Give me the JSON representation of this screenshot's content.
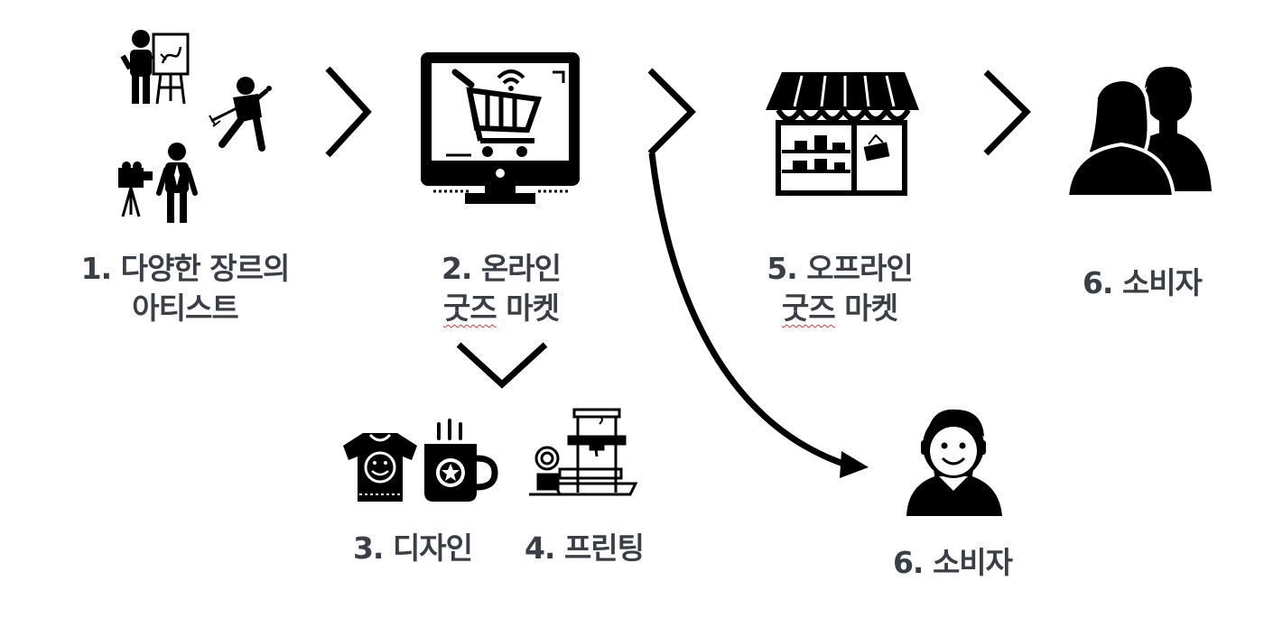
{
  "steps": {
    "artists": {
      "line1": "1. 다양한 장르의",
      "line2": "아티스트"
    },
    "online": {
      "line1": "2. 온라인",
      "line2_a": "굿즈",
      "line2_b": " 마켓"
    },
    "offline": {
      "line1": "5. 오프라인",
      "line2_a": "굿즈",
      "line2_b": " 마켓"
    },
    "consumers": {
      "label": "6. 소비자"
    },
    "design": {
      "label": "3. 디자인"
    },
    "printing": {
      "label": "4. 프린팅"
    },
    "consumer_single": {
      "label": "6. 소비자"
    }
  },
  "colors": {
    "icon": "#000000",
    "text": "#3a3f47",
    "spellcheck": "#d63b3b"
  },
  "icons": [
    "painter-icon",
    "singer-icon",
    "camera-operator-icon",
    "online-shop-monitor-icon",
    "store-icon",
    "consumers-icon",
    "tshirt-icon",
    "mug-icon",
    "3d-printer-icon",
    "person-icon"
  ]
}
